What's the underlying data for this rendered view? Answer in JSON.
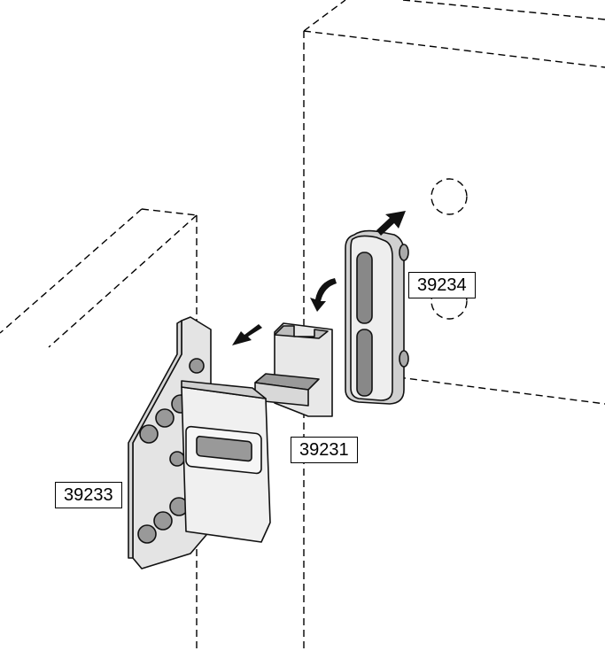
{
  "labels": {
    "part_a": "39234",
    "part_b": "39231",
    "part_c": "39233"
  },
  "colors": {
    "light_gray": "#e6e6e6",
    "mid_gray": "#bdbdbd",
    "dark_gray": "#7a7a7a"
  }
}
